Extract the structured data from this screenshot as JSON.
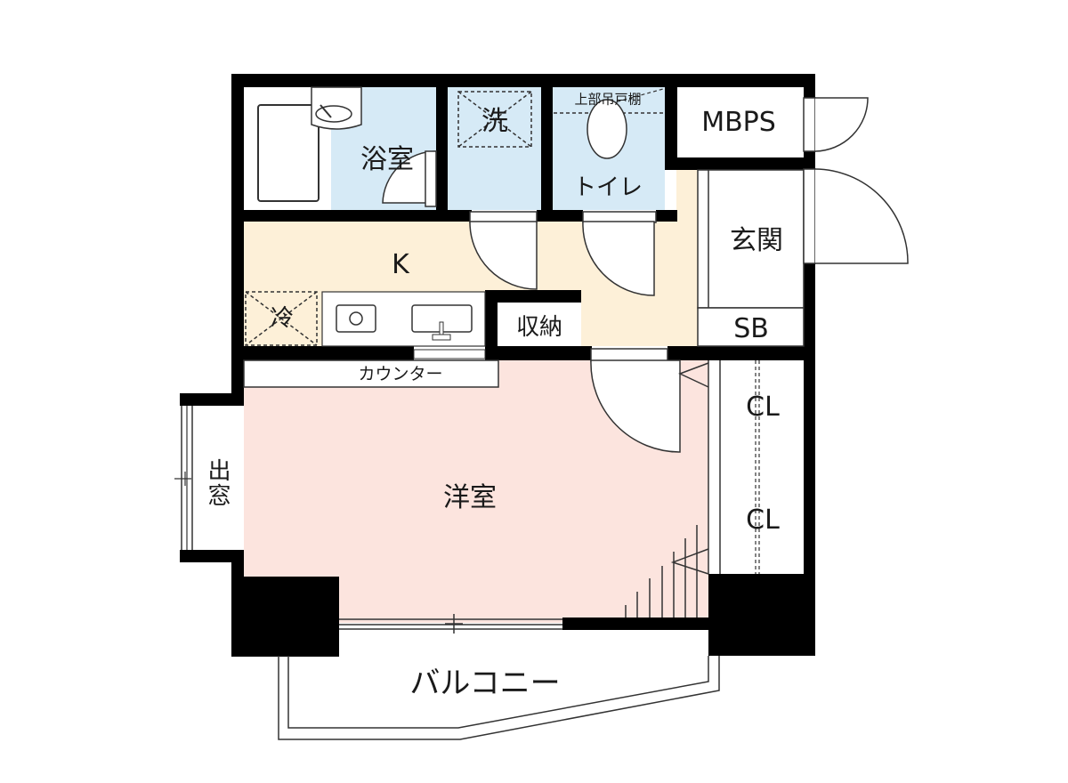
{
  "floorplan": {
    "colors": {
      "wall": "#000000",
      "kitchen_fill": "#FDF0D8",
      "western_room_fill": "#FCE4DE",
      "wet_area_fill": "#D6EAF6",
      "storage_fill": "#FFFFFF",
      "line": "#333333"
    },
    "rooms": {
      "bathroom": "浴室",
      "washer": "洗",
      "upper_shelf": "上部吊戸棚",
      "toilet": "トイレ",
      "mbps": "MBPS",
      "entrance": "玄関",
      "kitchen": "K",
      "fridge": "冷",
      "storage": "収納",
      "shoe_box": "SB",
      "counter": "カウンター",
      "western_room": "洋室",
      "closet_1": "CL",
      "closet_2": "CL",
      "bay_window": "出窓",
      "balcony": "バルコニー"
    }
  }
}
